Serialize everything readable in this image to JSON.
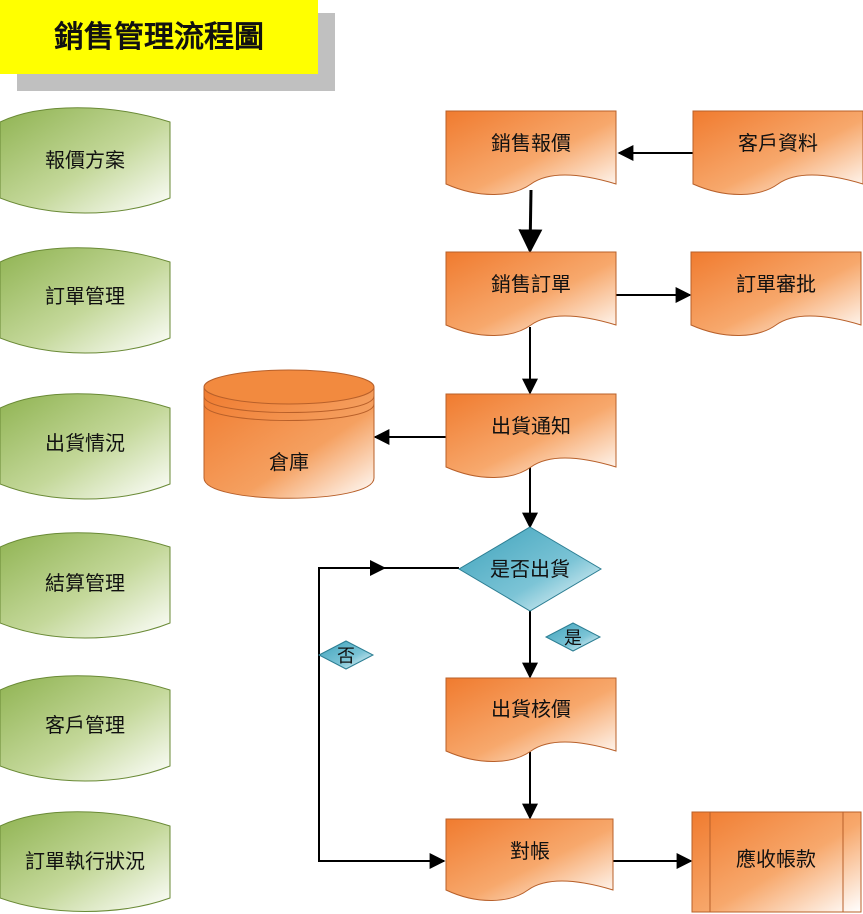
{
  "title": "銷售管理流程圖",
  "sidebar": {
    "items": [
      {
        "label": "報價方案"
      },
      {
        "label": "訂單管理"
      },
      {
        "label": "出貨情況"
      },
      {
        "label": "結算管理"
      },
      {
        "label": "客戶管理"
      },
      {
        "label": "訂單執行狀況"
      }
    ]
  },
  "flow": {
    "sales_quote": "銷售報價",
    "customer_data": "客戶資料",
    "sales_order": "銷售訂單",
    "order_approval": "訂單審批",
    "shipping_notice": "出貨通知",
    "warehouse": "倉庫",
    "decision": "是否出貨",
    "yes_label": "是",
    "no_label": "否",
    "shipping_pricing": "出貨核價",
    "reconciliation": "對帳",
    "receivables": "應收帳款"
  },
  "colors": {
    "title_bg": "#ffff00",
    "title_shadow": "#c0c0c0",
    "sidebar_fill_dark": "#9bbb59",
    "sidebar_fill_light": "#ffffff",
    "process_fill_dark": "#f79646",
    "process_fill_light": "#ffffff",
    "decision_fill": "#4bacc6"
  }
}
